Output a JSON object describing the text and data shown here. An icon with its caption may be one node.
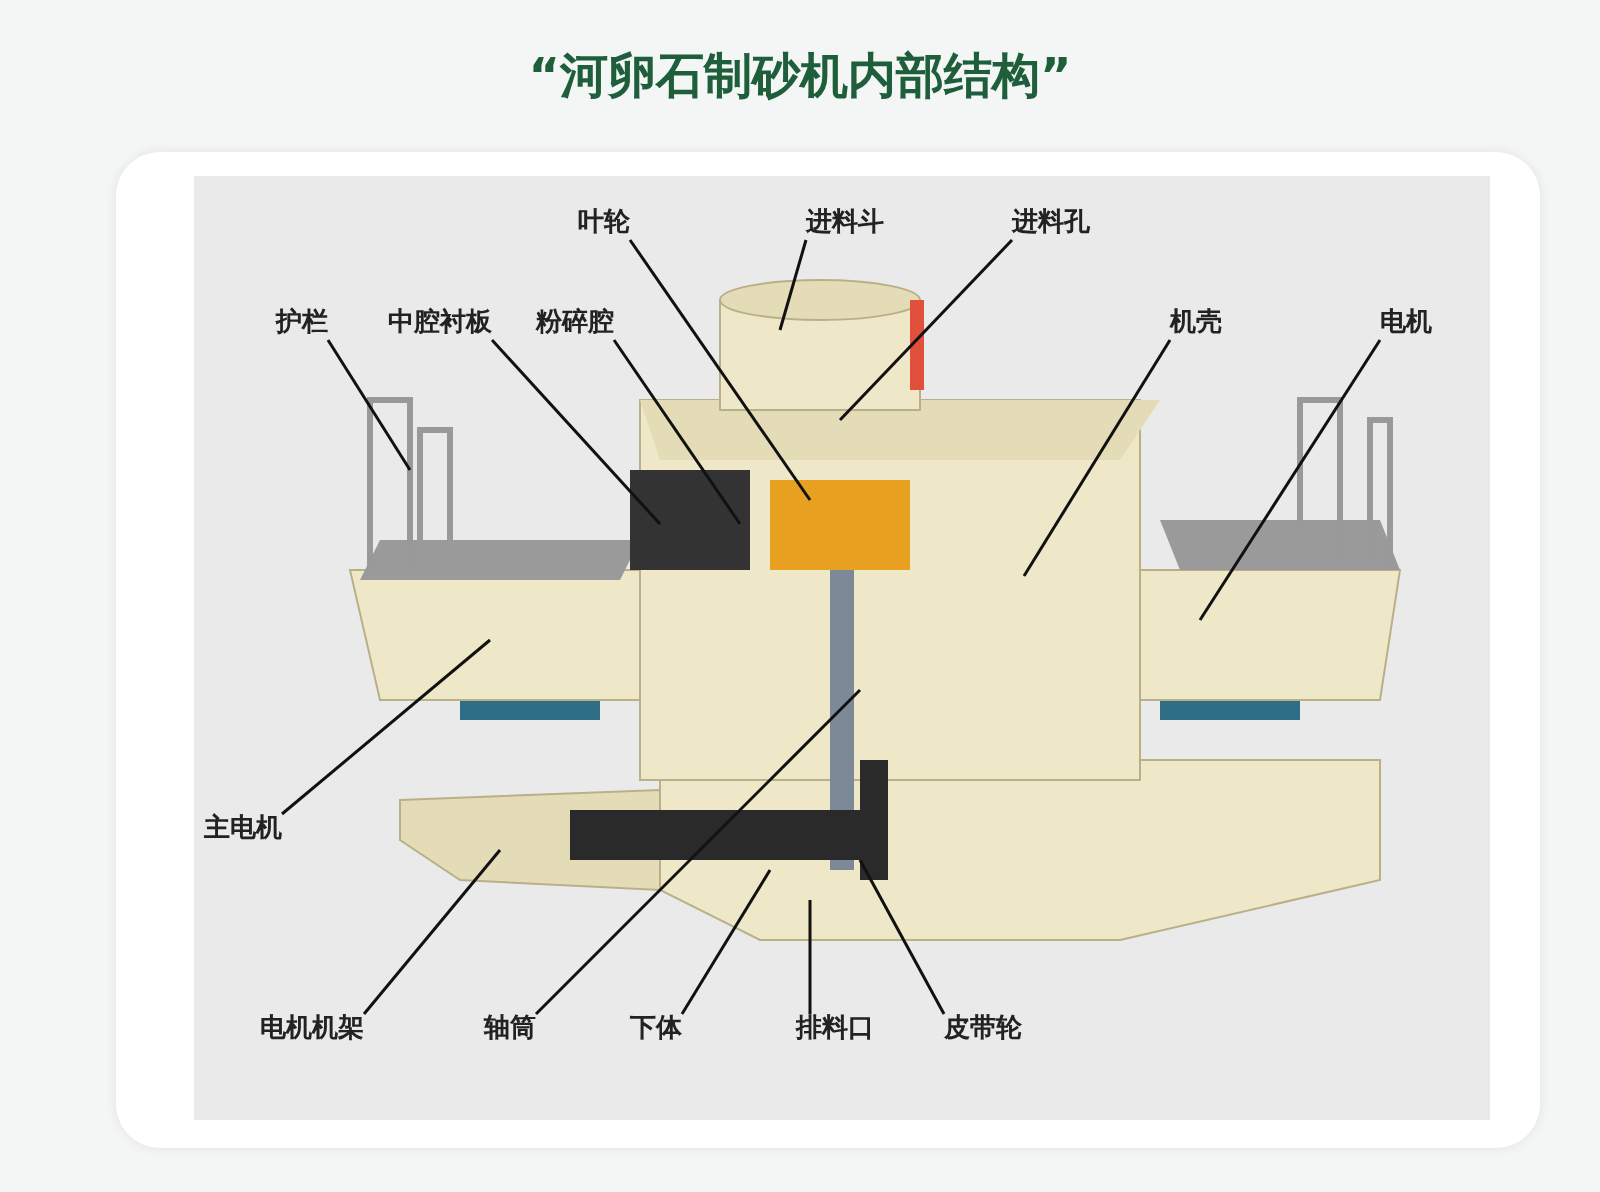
{
  "diagram": {
    "title": "“河卵石制砂机内部结构”",
    "nodes": [
      {
        "text": [
          "叶轮"
        ]
      },
      {
        "text": [
          "进料斗"
        ]
      },
      {
        "text": [
          "进料孔"
        ]
      },
      {
        "text": [
          "护栏"
        ]
      },
      {
        "text": [
          "中腔衬板"
        ]
      },
      {
        "text": [
          "粉碎腔"
        ]
      },
      {
        "text": [
          "机壳"
        ]
      },
      {
        "text": [
          "电机"
        ]
      },
      {
        "text": [
          "主电机"
        ]
      },
      {
        "text": [
          "电机机架"
        ]
      },
      {
        "text": [
          "轴筒"
        ]
      },
      {
        "text": [
          "下体"
        ]
      },
      {
        "text": [
          "排料口"
        ]
      },
      {
        "text": [
          "皮带轮"
        ]
      }
    ],
    "edges": [
      {
        "from": 0,
        "to": null,
        "arrow": "none"
      },
      {
        "from": 1,
        "to": null,
        "arrow": "none"
      },
      {
        "from": 2,
        "to": null,
        "arrow": "none"
      },
      {
        "from": 3,
        "to": null,
        "arrow": "none"
      },
      {
        "from": 4,
        "to": null,
        "arrow": "none"
      },
      {
        "from": 5,
        "to": null,
        "arrow": "none"
      },
      {
        "from": 6,
        "to": null,
        "arrow": "none"
      },
      {
        "from": 7,
        "to": null,
        "arrow": "none"
      },
      {
        "from": 8,
        "to": null,
        "arrow": "none"
      },
      {
        "from": 9,
        "to": null,
        "arrow": "none"
      },
      {
        "from": 10,
        "to": null,
        "arrow": "none"
      },
      {
        "from": 11,
        "to": null,
        "arrow": "none"
      },
      {
        "from": 12,
        "to": null,
        "arrow": "none"
      },
      {
        "from": 13,
        "to": null,
        "arrow": "none"
      }
    ]
  }
}
